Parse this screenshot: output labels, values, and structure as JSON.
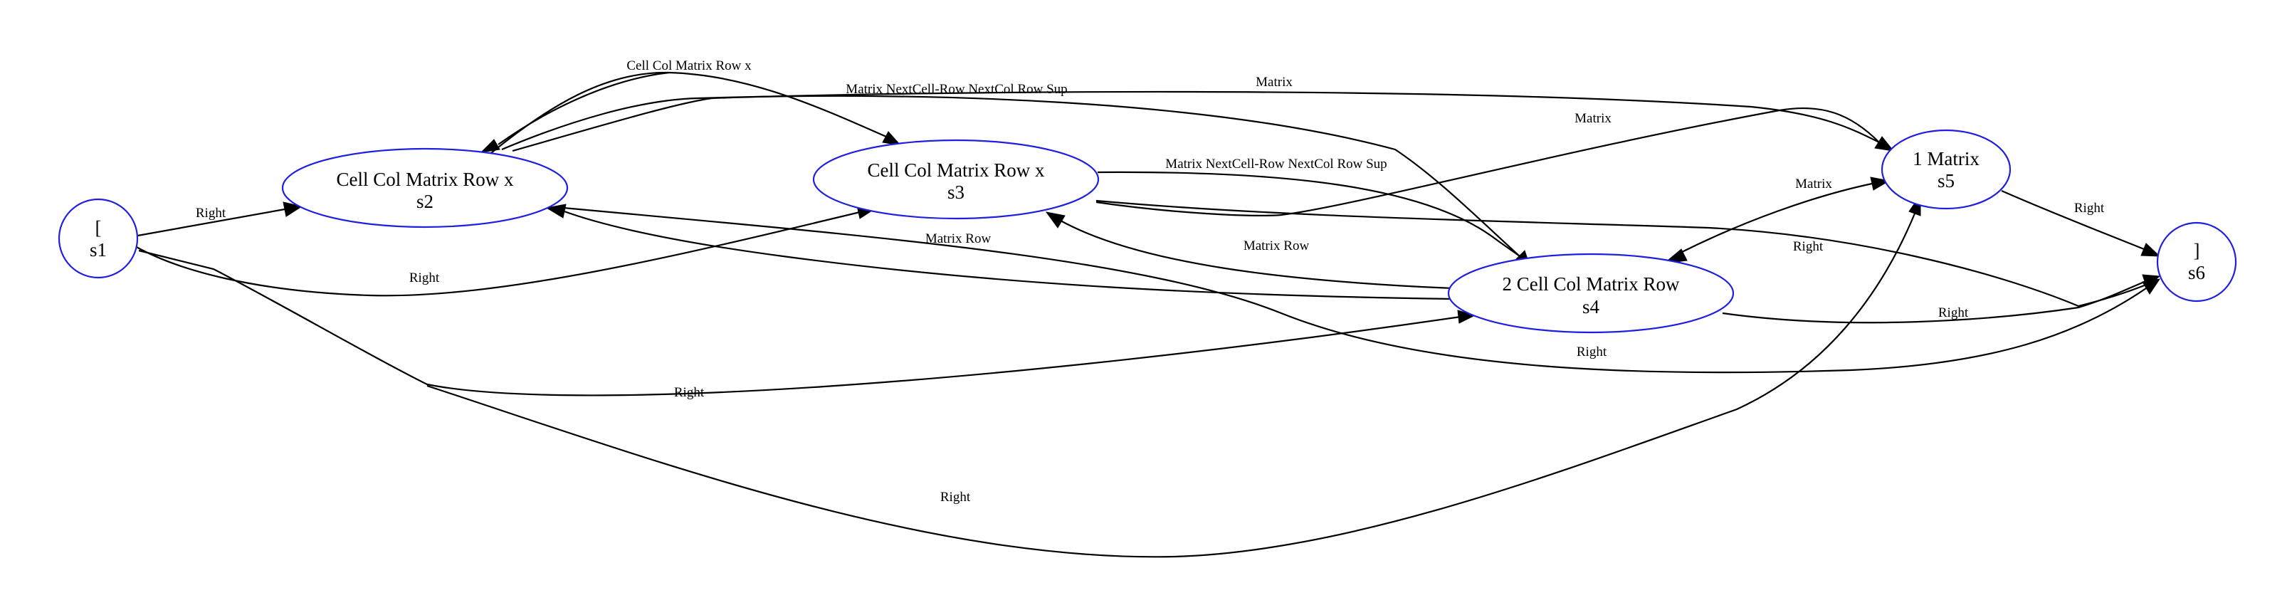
{
  "diagram": {
    "nodes": {
      "s1": {
        "label": "[",
        "id": "s1"
      },
      "s2": {
        "label": "Cell Col Matrix Row x",
        "id": "s2"
      },
      "s3": {
        "label": "Cell Col Matrix Row x",
        "id": "s3"
      },
      "s4": {
        "label": "2 Cell Col Matrix Row",
        "id": "s4"
      },
      "s5": {
        "label": "1 Matrix",
        "id": "s5"
      },
      "s6": {
        "label": "]",
        "id": "s6"
      }
    },
    "edges": {
      "s1_s2": "Right",
      "s1_s3": "Right",
      "s1_s4": "Right",
      "s1_s5": "Right",
      "s2_s3": "Cell Col Matrix Row x",
      "s2_s4": "Matrix NextCell-Row NextCol Row Sup",
      "s2_s5": "Matrix",
      "s2_s6": "Right",
      "s3_s4": "Matrix NextCell-Row NextCol Row Sup",
      "s3_s5": "Matrix",
      "s3_s6": "Right",
      "s4_s2": "Matrix Row",
      "s4_s3": "Matrix Row",
      "s4_s5": "Matrix",
      "s4_s6": "Right",
      "s5_s6": "Right"
    }
  }
}
